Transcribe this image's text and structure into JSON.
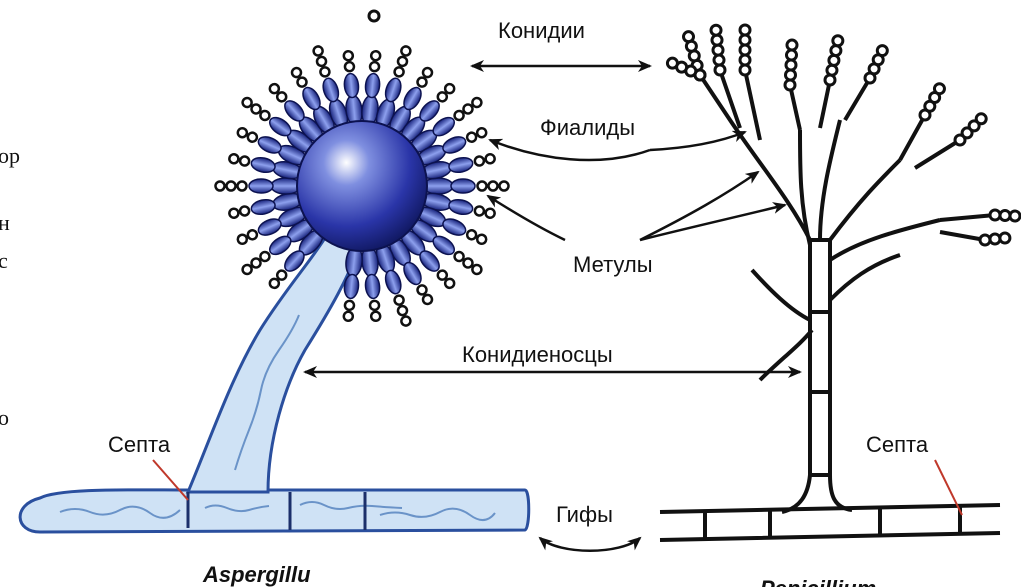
{
  "labels": {
    "conidia": "Конидии",
    "phialides": "Фиалиды",
    "metulae": "Метулы",
    "conidiophores": "Конидиеносцы",
    "septum_left": "Септа",
    "septum_right": "Септа",
    "hyphae": "Гифы"
  },
  "species": {
    "left": "Aspergillu",
    "right": "Penicillium"
  },
  "clipped_side_text": [
    "ор",
    "н",
    "с",
    "о"
  ],
  "colors": {
    "aspergillus_blue": "#1f2f9a",
    "hypha_fill": "#cfe2f5",
    "hypha_stroke": "#2a4f9e",
    "septum_marker": "#c0392b",
    "line": "#111111"
  }
}
